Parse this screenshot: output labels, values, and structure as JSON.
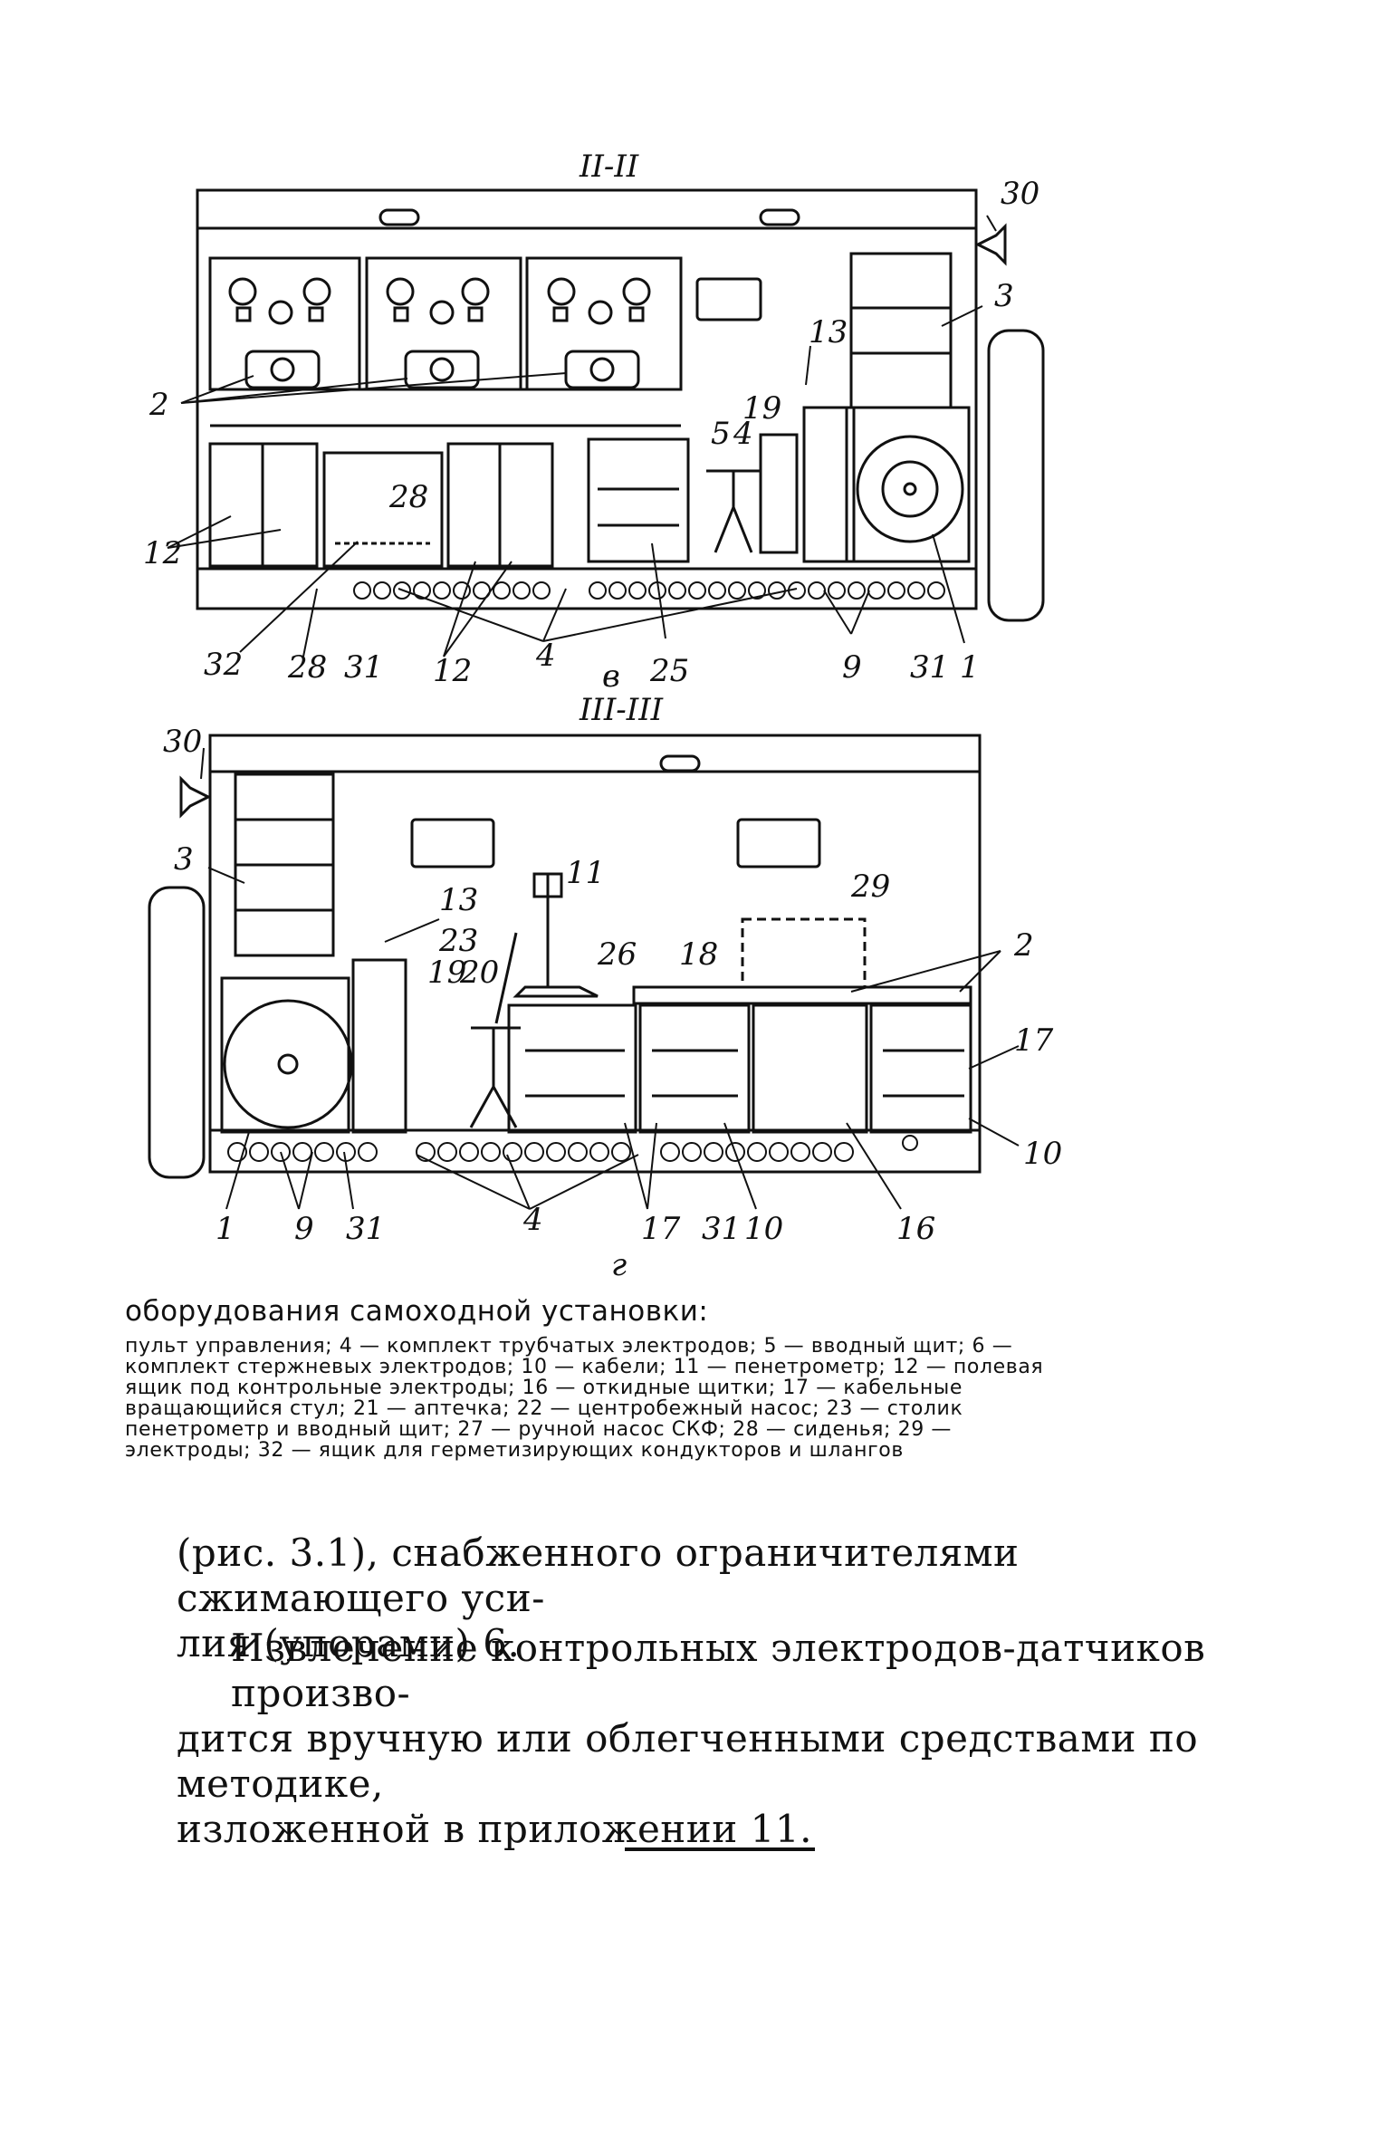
{
  "figure": {
    "section_top": "II-II",
    "section_bottom": "III-III",
    "subfig_b": "в",
    "subfig_g": "г",
    "labels_top": {
      "l30": "30",
      "l3": "3",
      "l13": "13",
      "l2": "2",
      "l19": "19",
      "l5": "5",
      "l4a": "4",
      "l28": "28",
      "l12": "12",
      "l32": "32",
      "l28b": "28",
      "l31a": "31",
      "l12b": "12",
      "l4": "4",
      "l25": "25",
      "l9": "9",
      "l31b": "31",
      "l1": "1"
    },
    "labels_bottom": {
      "l30": "30",
      "l3": "3",
      "l13": "13",
      "l11": "11",
      "l29": "29",
      "l2": "2",
      "l23": "23",
      "l19": "19",
      "l20": "20",
      "l26": "26",
      "l18": "18",
      "l17": "17",
      "l10": "10",
      "l1": "1",
      "l9": "9",
      "l31": "31",
      "l4": "4",
      "l17b": "17",
      "l31b": "31",
      "l10b": "10",
      "l16": "16"
    }
  },
  "caption_head": "оборудования самоходной установки:",
  "legend_lines": [
    "пульт управления; 4 — комплект трубчатых электродов; 5 — вводный щит; 6 —",
    "комплект стержневых электродов; 10 — кабели; 11 — пенетрометр; 12 — полевая",
    "ящик под контрольные электроды; 16 — откидные щитки; 17 — кабельные",
    "вращающийся стул; 21 — аптечка; 22 — центробежный насос; 23 — столик",
    "пенетрометр и вводный щит; 27 — ручной насос СКФ; 28 — сиденья; 29 —",
    "электроды; 32 — ящик для герметизирующих кондукторов и шлангов"
  ],
  "paragraph1": [
    "(рис. 3.1), снабженного ограничителями сжимающего уси-",
    "лия (упорами) 6."
  ],
  "paragraph2": [
    "Извлечение контрольных электродов-датчиков произво-",
    "дится вручную или облегченными средствами по методике,",
    "изложенной в приложении 11."
  ]
}
